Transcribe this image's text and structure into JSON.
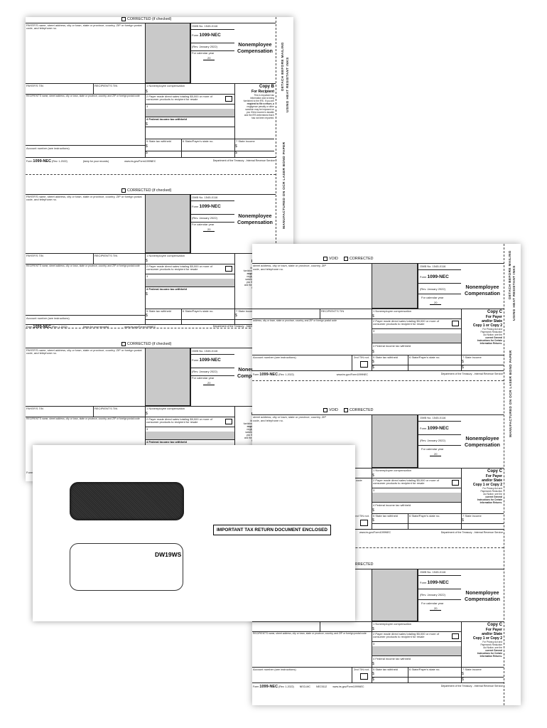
{
  "copyB": {
    "corrected_label": "CORRECTED (if checked)",
    "payer_name": "PAYER'S name, street address, city or town, state or province, country, ZIP or foreign postal code, and telephone no.",
    "omb": "OMB No. 1545-0116",
    "form_prefix": "Form",
    "form_no": "1099-NEC",
    "rev": "(Rev. January 2022)",
    "cal": "For calendar year",
    "year": "20",
    "title1": "Nonemployee",
    "title2": "Compensation",
    "payer_tin": "PAYER'S TIN",
    "recipient_tin": "RECIPIENT'S TIN",
    "box1": "1 Nonemployee compensation",
    "dollar": "$",
    "copy_title": "Copy B",
    "copy_sub": "For Recipient",
    "recipient_name": "RECIPIENT'S name, street address, city or town, state or province, country, and ZIP or foreign postal code",
    "box2": "2 Payer made direct sales totaling $5,000 or more of consumer products to recipient for resale",
    "box3": "3",
    "box4": "4 Federal income tax withheld",
    "box5": "5 State tax withheld",
    "box6": "6 State/Payer's state no.",
    "box7": "7 State income",
    "notice": [
      "This is important tax",
      "information and is being",
      "furnished to the IRS. If you are",
      "required to file a return, a",
      "negligence penalty or other",
      "sanction may be imposed on",
      "you if this income is taxable",
      "and the IRS determines that it",
      "has not been reported."
    ],
    "account": "Account number (see instructions)",
    "footer_form": "Form",
    "footer_formno": "1099-NEC",
    "footer_rev": "(Rev. 1-2022)",
    "footer_keep": "(keep for your records)",
    "footer_url": "www.irs.gov/Form1099NEC",
    "footer_dept": "Department of the Treasury - Internal Revenue Service"
  },
  "copyC": {
    "void_label": "VOID",
    "corrected_label": "CORRECTED",
    "payer_name": "street address, city or town, state or province, country, ZIP",
    "payer_name2": "code, and telephone no.",
    "omb": "OMB No. 1545-0116",
    "form_prefix": "Form",
    "form_no": "1099-NEC",
    "rev": "(Rev. January 2022)",
    "cal": "For calendar year",
    "year": "20",
    "title1": "Nonemployee",
    "title2": "Compensation",
    "recipient_tin": "RECIPIENT'S TIN",
    "box1": "1 Nonemployee compensation",
    "dollar": "$",
    "copy_title": "Copy C",
    "copy_sub1": "For Payer",
    "copy_sub2": "and/or State",
    "copy_sub3": "Copy 1 or Copy 2",
    "recipient_name": "RECIPIENT'S name, street address, city or town, state or province, country, and ZIP or foreign postal code",
    "recipient_name_short": "address, city or town, state or province, country, and ZIP or foreign postal code",
    "box2": "2 Payer made direct sales totaling $5,000 or more of consumer products to recipient for resale",
    "box3": "3",
    "box4": "4 Federal income tax withheld",
    "box5": "5 State tax withheld",
    "box6": "6 State/Payer's state no.",
    "box7": "7 State income",
    "notice": [
      "For Privacy Act and",
      "Paperwork Reduction",
      "Act Notice, see the",
      "current General",
      "Instructions for Certain",
      "Information Returns."
    ],
    "account": "Account number (see instructions)",
    "tin2": "2nd TIN not.",
    "footer_form": "Form",
    "footer_formno": "1099-NEC",
    "footer_rev": "(Rev. 1-2022)",
    "footer_code": "NECLMC",
    "footer_code2": "NEC5112",
    "footer_url": "www.irs.gov/Form1099NEC",
    "footer_dept": "Department of the Treasury - Internal Revenue Service"
  },
  "side": {
    "b_top": "DETACH BEFORE MAILING",
    "b_top2": "USING HEAT RESISTANT INKS",
    "b_mid": "MANUFACTURED ON OCR LASER BOND PAPER",
    "c_top": "DETACH BEFORE MAILING",
    "c_top2": "USING HEAT RESISTANT INKS",
    "c_mid": "MANUFACTURED ON OCR LASER BOND PAPER"
  },
  "envelope": {
    "label": "IMPORTANT TAX RETURN DOCUMENT ENCLOSED",
    "model": "DW19WS"
  }
}
